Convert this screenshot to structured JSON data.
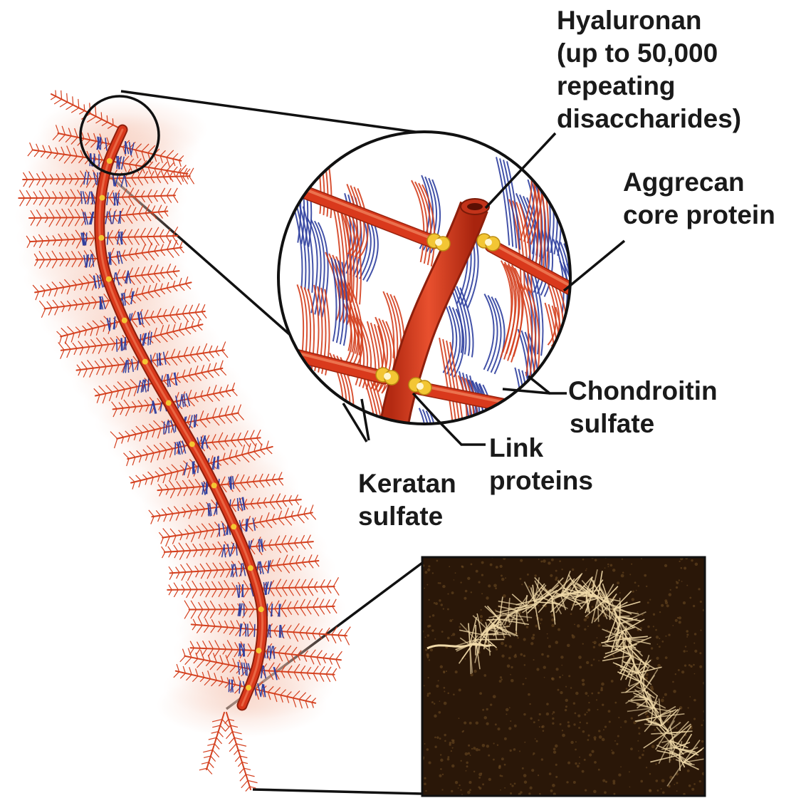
{
  "labels": {
    "hyaluronan": {
      "line1": "Hyaluronan",
      "line2": "(up to 50,000",
      "line3": "repeating",
      "line4": "disaccharides)"
    },
    "aggrecan": {
      "line1": "Aggrecan",
      "line2": "core protein"
    },
    "chondroitin": {
      "line1": "Chondroitin",
      "line2": "sulfate"
    },
    "link": {
      "line1": "Link",
      "line2": "proteins"
    },
    "keratan": {
      "line1": "Keratan",
      "line2": "sulfate"
    }
  },
  "colors": {
    "hyaluronan": "#d9391c",
    "chondroitin": "#d4401f",
    "keratan": "#2f3f9e",
    "link_protein": "#f3c634",
    "micrograph_bg": "#2a1708",
    "micrograph_fg": "#f0d9a8",
    "leader_line": "#111111"
  }
}
